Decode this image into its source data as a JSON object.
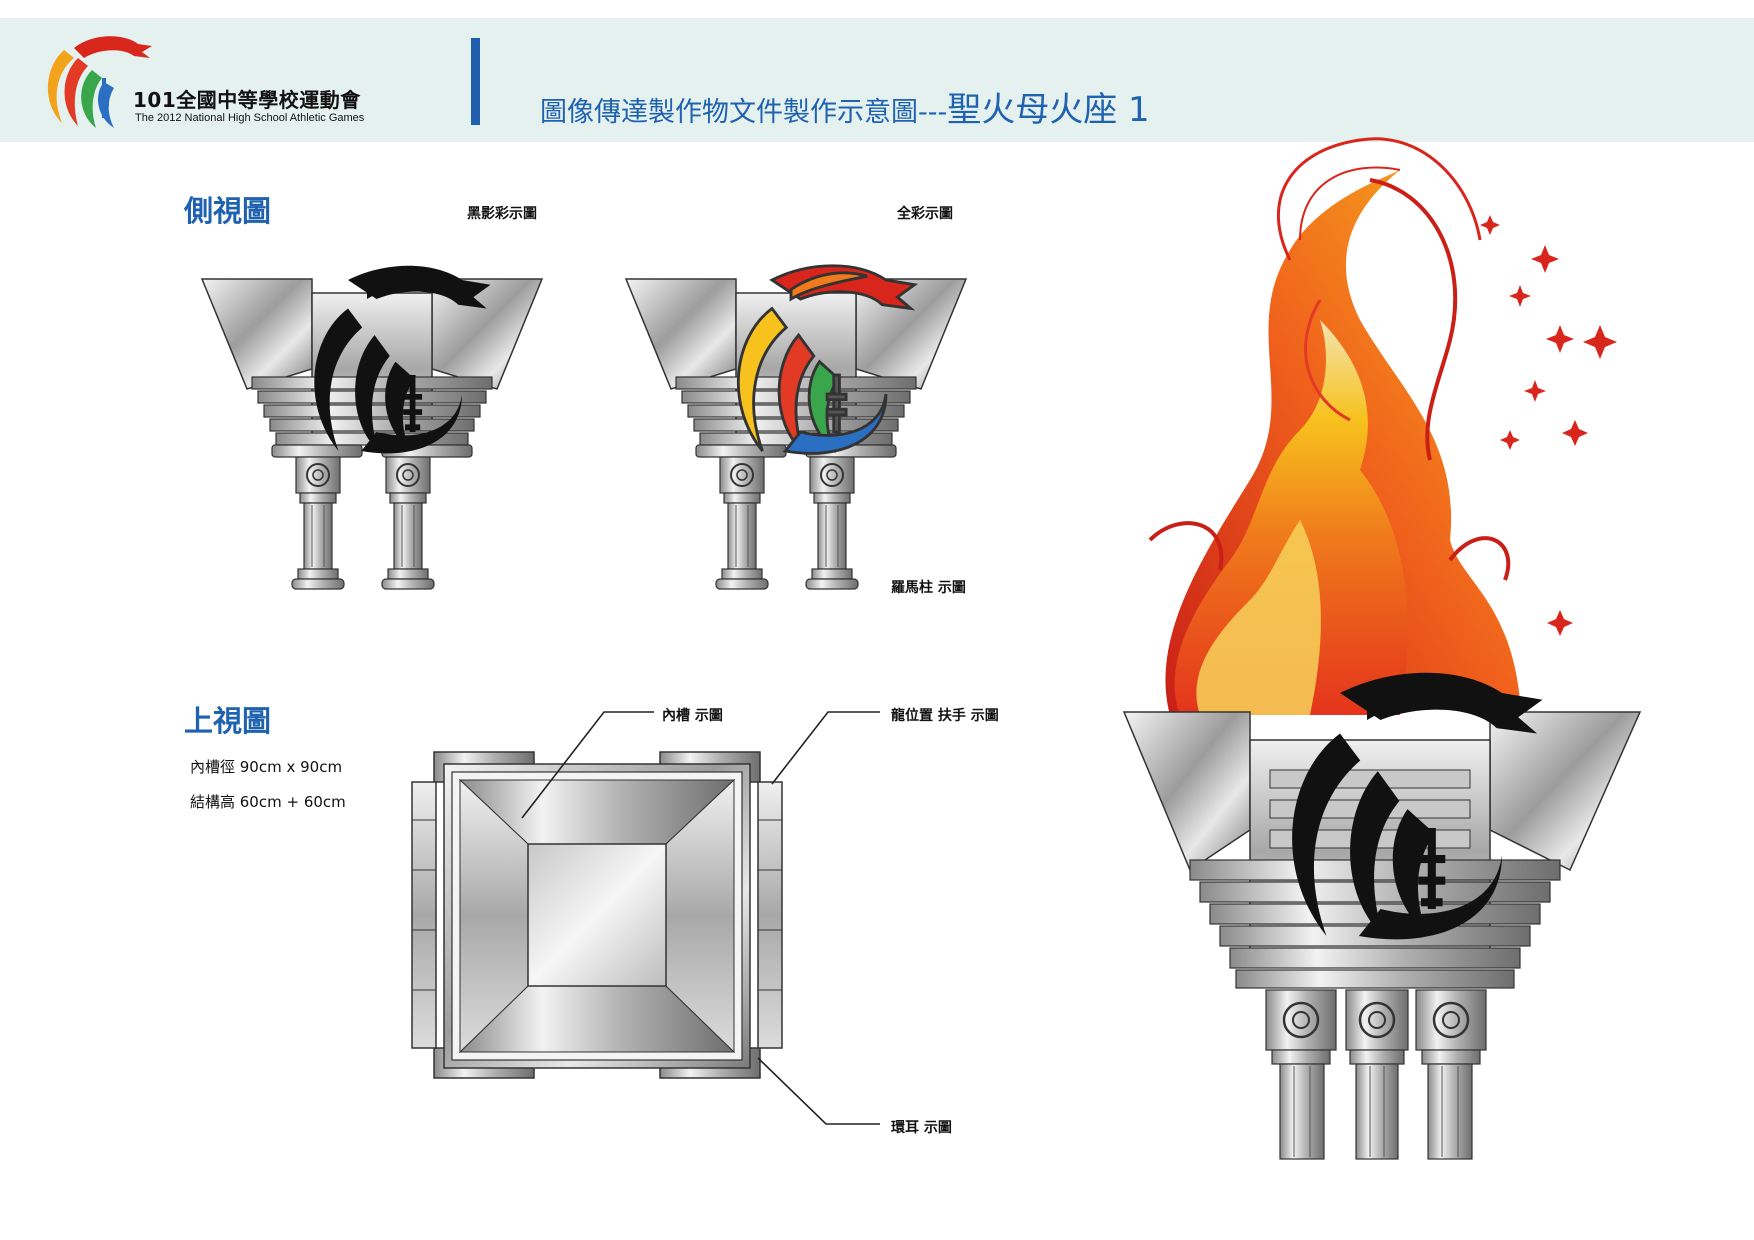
{
  "header": {
    "logo_title": "101全國中等學校運動會",
    "logo_subtitle": "The 2012 National High School Athletic Games",
    "title_prefix": "圖像傳達製作物文件製作示意圖---",
    "title_main": "聖火母火座  1"
  },
  "side_view": {
    "title": "側視圖",
    "silhouette_label": "黑影彩示圖",
    "fullcolor_label": "全彩示圖",
    "column_label": "羅馬柱 示圖"
  },
  "top_view": {
    "title": "上視圖",
    "spec_inner": "內槽徑 90cm x 90cm",
    "spec_height": "結構高 60cm + 60cm",
    "inner_label": "內槽 示圖",
    "handle_label": "龍位置 扶手 示圖",
    "ring_label": "環耳 示圖"
  },
  "colors": {
    "brand_blue": "#1f62b0",
    "header_bg": "#e4f1ee",
    "flame_red": "#d8261c",
    "flame_orange": "#f07a1c",
    "flame_yellow": "#f7c21e"
  }
}
